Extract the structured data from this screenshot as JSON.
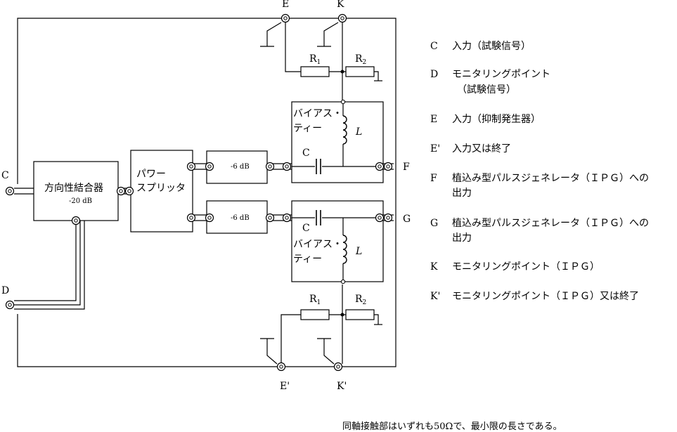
{
  "diagram": {
    "terminals": {
      "C": "C",
      "D": "D",
      "E": "E",
      "K": "K",
      "E_prime": "E'",
      "K_prime": "K'",
      "F": "F",
      "G": "G"
    },
    "blocks": {
      "directional_coupler_line1": "方向性結合器",
      "directional_coupler_line2": "-20 dB",
      "power_splitter_line1": "パワー",
      "power_splitter_line2": "スプリッタ",
      "attenuator_top": "-6 dB",
      "attenuator_bottom": "-6 dB",
      "bias_tee_top_line1": "バイアス・",
      "bias_tee_top_line2": "ティー",
      "bias_tee_bottom_line1": "バイアス・",
      "bias_tee_bottom_line2": "ティー"
    },
    "components": {
      "R1_top": "R",
      "R1_top_sub": "1",
      "R2_top": "R",
      "R2_top_sub": "2",
      "R1_bottom": "R",
      "R1_bottom_sub": "1",
      "R2_bottom": "R",
      "R2_bottom_sub": "2",
      "C_top": "C",
      "C_bottom": "C",
      "L_top": "L",
      "L_bottom": "L"
    }
  },
  "legend": [
    {
      "key": "C",
      "text": "入力（試験信号）"
    },
    {
      "key": "D",
      "text": "モニタリングポイント",
      "text2": "（試験信号）"
    },
    {
      "key": "E",
      "text": "入力（抑制発生器）"
    },
    {
      "key": "E'",
      "text": "入力又は終了"
    },
    {
      "key": "F",
      "text": "植込み型パルスジェネレータ（ＩＰＧ）への",
      "text2": "出力"
    },
    {
      "key": "G",
      "text": "植込み型パルスジェネレータ（ＩＰＧ）への",
      "text2": "出力"
    },
    {
      "key": "K",
      "text": "モニタリングポイント（ＩＰＧ）"
    },
    {
      "key": "K'",
      "text": "モニタリングポイント（ＩＰＧ）又は終了"
    }
  ],
  "footnote": "同軸接触部はいずれも50Ωで、最小限の長さである。"
}
